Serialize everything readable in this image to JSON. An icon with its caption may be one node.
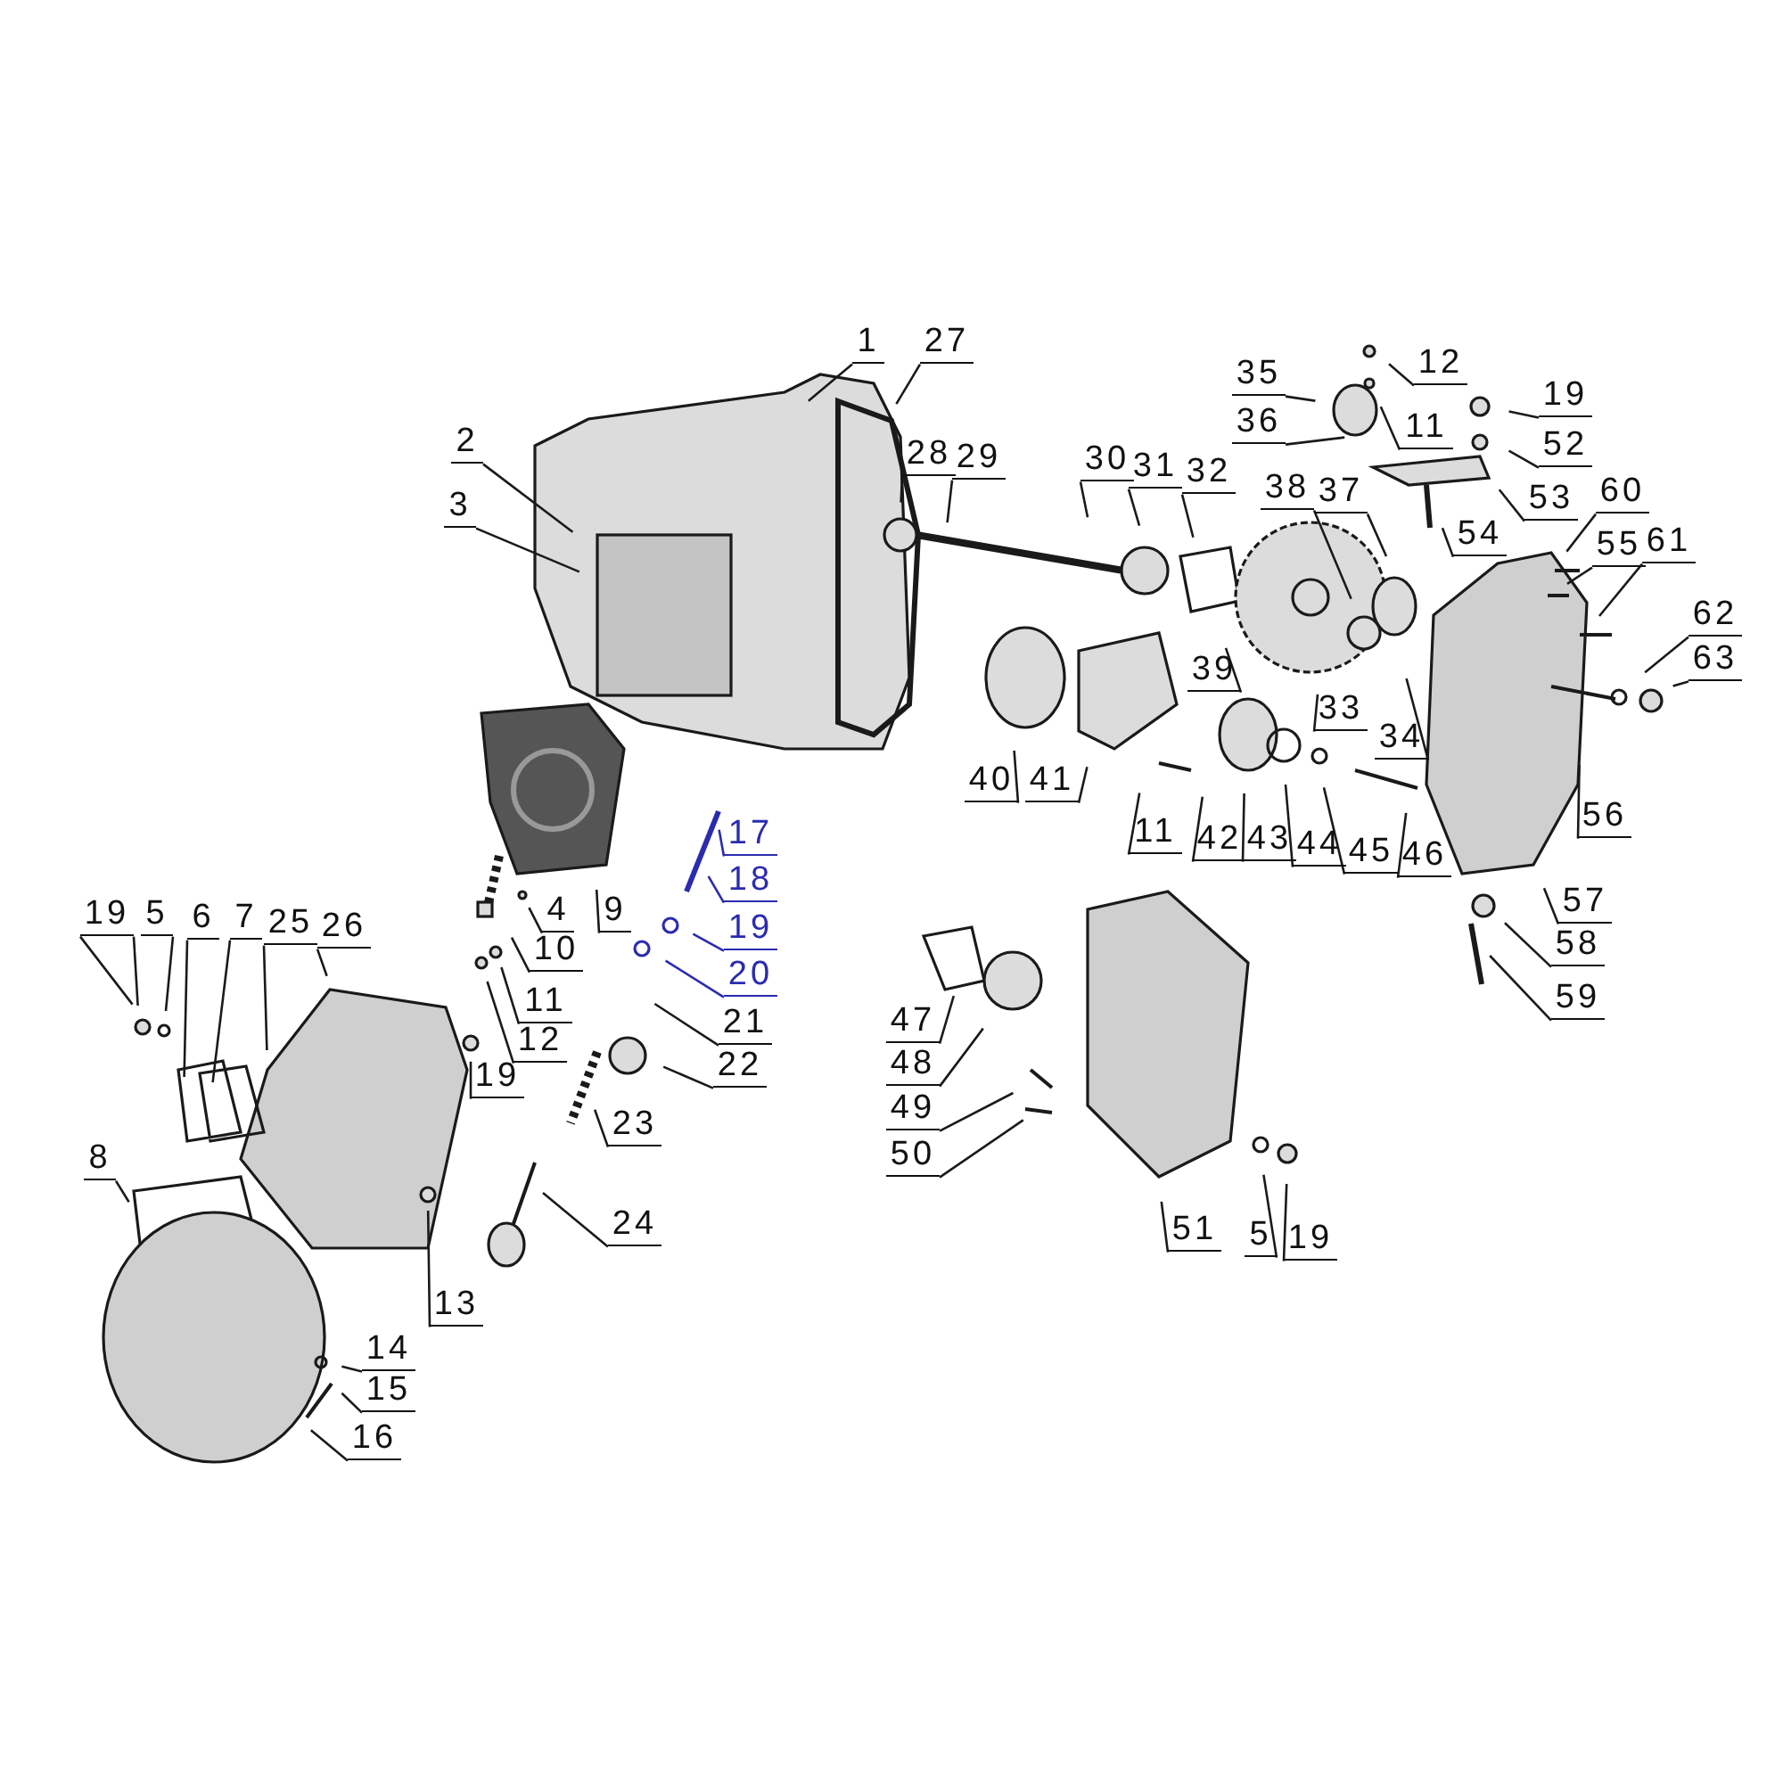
{
  "diagram": {
    "nodes": [
      {
        "text": [
          "1"
        ]
      },
      {
        "text": [
          "27"
        ]
      },
      {
        "text": [
          "2"
        ]
      },
      {
        "text": [
          "3"
        ]
      },
      {
        "text": [
          "28"
        ]
      },
      {
        "text": [
          "29"
        ]
      },
      {
        "text": [
          "30"
        ]
      },
      {
        "text": [
          "31"
        ]
      },
      {
        "text": [
          "32"
        ]
      },
      {
        "text": [
          "38"
        ]
      },
      {
        "text": [
          "37"
        ]
      },
      {
        "text": [
          "35"
        ]
      },
      {
        "text": [
          "36"
        ]
      },
      {
        "text": [
          "12"
        ]
      },
      {
        "text": [
          "11"
        ]
      },
      {
        "text": [
          "19"
        ]
      },
      {
        "text": [
          "52"
        ]
      },
      {
        "text": [
          "53"
        ]
      },
      {
        "text": [
          "54"
        ]
      },
      {
        "text": [
          "60"
        ]
      },
      {
        "text": [
          "55"
        ]
      },
      {
        "text": [
          "61"
        ]
      },
      {
        "text": [
          "62"
        ]
      },
      {
        "text": [
          "63"
        ]
      },
      {
        "text": [
          "56"
        ]
      },
      {
        "text": [
          "57"
        ]
      },
      {
        "text": [
          "58"
        ]
      },
      {
        "text": [
          "59"
        ]
      },
      {
        "text": [
          "33"
        ]
      },
      {
        "text": [
          "34"
        ]
      },
      {
        "text": [
          "39"
        ]
      },
      {
        "text": [
          "40"
        ]
      },
      {
        "text": [
          "41"
        ]
      },
      {
        "text": [
          "11"
        ]
      },
      {
        "text": [
          "42"
        ]
      },
      {
        "text": [
          "43"
        ]
      },
      {
        "text": [
          "44"
        ]
      },
      {
        "text": [
          "45"
        ]
      },
      {
        "text": [
          "46"
        ]
      },
      {
        "text": [
          "47"
        ]
      },
      {
        "text": [
          "48"
        ]
      },
      {
        "text": [
          "49"
        ]
      },
      {
        "text": [
          "50"
        ]
      },
      {
        "text": [
          "51"
        ]
      },
      {
        "text": [
          "5"
        ]
      },
      {
        "text": [
          "19"
        ]
      },
      {
        "text": [
          "17"
        ]
      },
      {
        "text": [
          "18"
        ]
      },
      {
        "text": [
          "19"
        ]
      },
      {
        "text": [
          "20"
        ]
      },
      {
        "text": [
          "21"
        ]
      },
      {
        "text": [
          "22"
        ]
      },
      {
        "text": [
          "23"
        ]
      },
      {
        "text": [
          "24"
        ]
      },
      {
        "text": [
          "4"
        ]
      },
      {
        "text": [
          "9"
        ]
      },
      {
        "text": [
          "10"
        ]
      },
      {
        "text": [
          "11"
        ]
      },
      {
        "text": [
          "12"
        ]
      },
      {
        "text": [
          "19"
        ]
      },
      {
        "text": [
          "13"
        ]
      },
      {
        "text": [
          "26"
        ]
      },
      {
        "text": [
          "25"
        ]
      },
      {
        "text": [
          "7"
        ]
      },
      {
        "text": [
          "6"
        ]
      },
      {
        "text": [
          "5"
        ]
      },
      {
        "text": [
          "19"
        ]
      },
      {
        "text": [
          "8"
        ]
      },
      {
        "text": [
          "14"
        ]
      },
      {
        "text": [
          "15"
        ]
      },
      {
        "text": [
          "16"
        ]
      }
    ],
    "edges": [
      {
        "from": 0,
        "to": null,
        "arrow": "none"
      },
      {
        "from": 1,
        "to": null,
        "arrow": "none"
      },
      {
        "from": 2,
        "to": null,
        "arrow": "none"
      },
      {
        "from": 3,
        "to": null,
        "arrow": "none"
      },
      {
        "from": 4,
        "to": null,
        "arrow": "none"
      },
      {
        "from": 5,
        "to": null,
        "arrow": "none"
      },
      {
        "from": 6,
        "to": null,
        "arrow": "none"
      },
      {
        "from": 7,
        "to": null,
        "arrow": "none"
      },
      {
        "from": 8,
        "to": null,
        "arrow": "none"
      },
      {
        "from": 9,
        "to": null,
        "arrow": "none"
      },
      {
        "from": 10,
        "to": null,
        "arrow": "none"
      },
      {
        "from": 11,
        "to": null,
        "arrow": "none"
      },
      {
        "from": 12,
        "to": null,
        "arrow": "none"
      },
      {
        "from": 13,
        "to": null,
        "arrow": "none"
      },
      {
        "from": 14,
        "to": null,
        "arrow": "none"
      },
      {
        "from": 15,
        "to": null,
        "arrow": "none"
      },
      {
        "from": 16,
        "to": null,
        "arrow": "none"
      },
      {
        "from": 17,
        "to": null,
        "arrow": "none"
      },
      {
        "from": 18,
        "to": null,
        "arrow": "none"
      },
      {
        "from": 19,
        "to": null,
        "arrow": "none"
      },
      {
        "from": 20,
        "to": null,
        "arrow": "none"
      },
      {
        "from": 21,
        "to": null,
        "arrow": "none"
      },
      {
        "from": 22,
        "to": null,
        "arrow": "none"
      },
      {
        "from": 23,
        "to": null,
        "arrow": "none"
      },
      {
        "from": 24,
        "to": null,
        "arrow": "none"
      },
      {
        "from": 25,
        "to": null,
        "arrow": "none"
      },
      {
        "from": 26,
        "to": null,
        "arrow": "none"
      },
      {
        "from": 27,
        "to": null,
        "arrow": "none"
      },
      {
        "from": 28,
        "to": null,
        "arrow": "none"
      },
      {
        "from": 29,
        "to": null,
        "arrow": "none"
      },
      {
        "from": 30,
        "to": null,
        "arrow": "none"
      },
      {
        "from": 31,
        "to": null,
        "arrow": "none"
      },
      {
        "from": 32,
        "to": null,
        "arrow": "none"
      },
      {
        "from": 33,
        "to": null,
        "arrow": "none"
      },
      {
        "from": 34,
        "to": null,
        "arrow": "none"
      },
      {
        "from": 35,
        "to": null,
        "arrow": "none"
      },
      {
        "from": 36,
        "to": null,
        "arrow": "none"
      },
      {
        "from": 37,
        "to": null,
        "arrow": "none"
      },
      {
        "from": 38,
        "to": null,
        "arrow": "none"
      },
      {
        "from": 39,
        "to": null,
        "arrow": "none"
      },
      {
        "from": 40,
        "to": null,
        "arrow": "none"
      },
      {
        "from": 41,
        "to": null,
        "arrow": "none"
      },
      {
        "from": 42,
        "to": null,
        "arrow": "none"
      },
      {
        "from": 43,
        "to": null,
        "arrow": "none"
      },
      {
        "from": 44,
        "to": null,
        "arrow": "none"
      },
      {
        "from": 45,
        "to": null,
        "arrow": "none"
      },
      {
        "from": 46,
        "to": null,
        "arrow": "none",
        "color": "#2b2bb0"
      },
      {
        "from": 47,
        "to": null,
        "arrow": "none",
        "color": "#2b2bb0"
      },
      {
        "from": 48,
        "to": null,
        "arrow": "none",
        "color": "#2b2bb0"
      },
      {
        "from": 49,
        "to": null,
        "arrow": "none",
        "color": "#2b2bb0"
      },
      {
        "from": 50,
        "to": null,
        "arrow": "none"
      },
      {
        "from": 51,
        "to": null,
        "arrow": "none"
      },
      {
        "from": 52,
        "to": null,
        "arrow": "none"
      },
      {
        "from": 53,
        "to": null,
        "arrow": "none"
      },
      {
        "from": 54,
        "to": null,
        "arrow": "none"
      },
      {
        "from": 55,
        "to": null,
        "arrow": "none"
      },
      {
        "from": 56,
        "to": null,
        "arrow": "none"
      },
      {
        "from": 57,
        "to": null,
        "arrow": "none"
      },
      {
        "from": 58,
        "to": null,
        "arrow": "none"
      },
      {
        "from": 59,
        "to": null,
        "arrow": "none"
      },
      {
        "from": 60,
        "to": null,
        "arrow": "none"
      },
      {
        "from": 61,
        "to": null,
        "arrow": "none"
      },
      {
        "from": 62,
        "to": null,
        "arrow": "none"
      },
      {
        "from": 63,
        "to": null,
        "arrow": "none"
      },
      {
        "from": 64,
        "to": null,
        "arrow": "none"
      },
      {
        "from": 65,
        "to": null,
        "arrow": "none"
      },
      {
        "from": 66,
        "to": null,
        "arrow": "none"
      },
      {
        "from": 66,
        "to": null,
        "arrow": "none"
      },
      {
        "from": 67,
        "to": null,
        "arrow": "none"
      },
      {
        "from": 68,
        "to": null,
        "arrow": "none"
      },
      {
        "from": 69,
        "to": null,
        "arrow": "none"
      },
      {
        "from": 70,
        "to": null,
        "arrow": "none"
      }
    ]
  }
}
